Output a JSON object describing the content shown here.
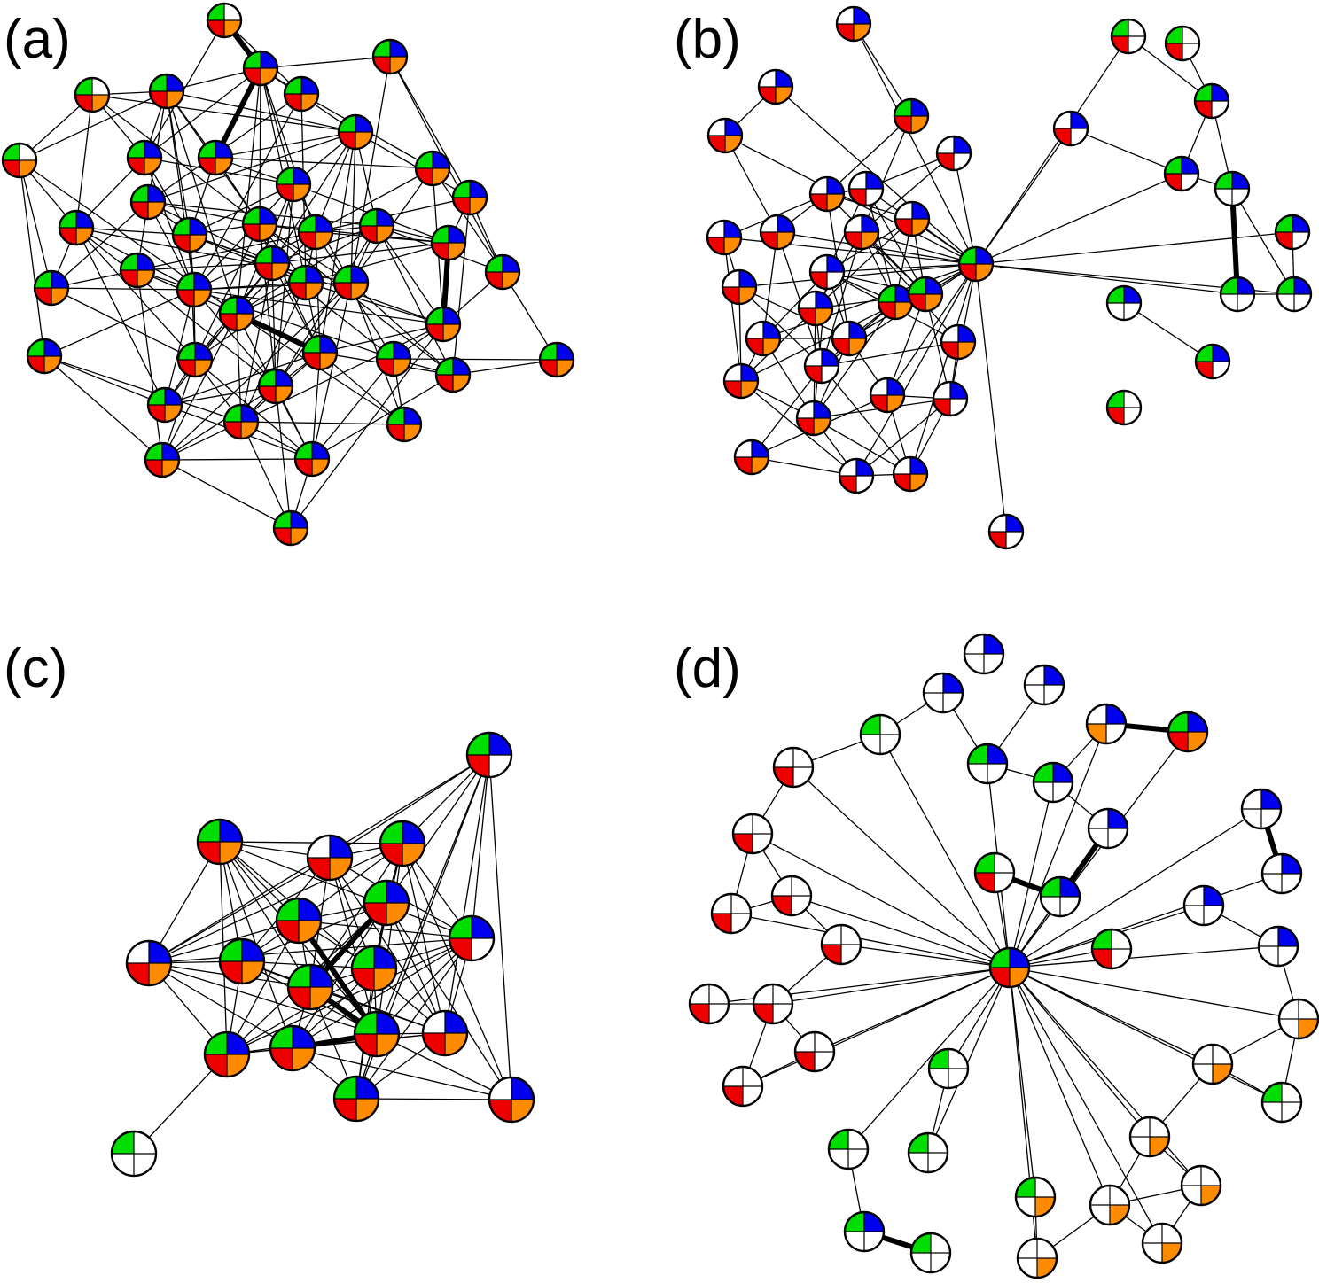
{
  "panels": [
    {
      "id": "a",
      "label": "(a)"
    },
    {
      "id": "b",
      "label": "(b)"
    },
    {
      "id": "c",
      "label": "(c)"
    },
    {
      "id": "d",
      "label": "(d)"
    }
  ],
  "quadrant_colors": {
    "top_left": "#00dd00",
    "top_right": "#0000ee",
    "bottom_left": "#ee0000",
    "bottom_right": "#ff8c00",
    "empty": "#ffffff"
  }
}
